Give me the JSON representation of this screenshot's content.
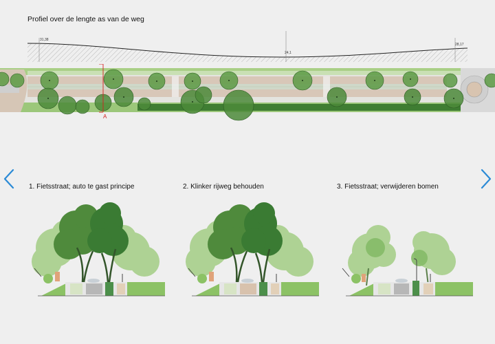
{
  "page": {
    "title": "Profiel over de lengte as van de weg"
  },
  "profile": {
    "elevation_left": "31,38",
    "elevation_mid": "24,1",
    "elevation_right": "28,17"
  },
  "plan": {
    "section_marker": "A"
  },
  "navigation": {
    "prev_icon": "chevron-left-icon",
    "next_icon": "chevron-right-icon",
    "arrow_color": "#2a8ad6"
  },
  "variants": [
    {
      "label": "1. Fietsstraat; auto te gast principe"
    },
    {
      "label": "2. Klinker rijweg behouden"
    },
    {
      "label": "3. Fietsstraat; verwijderen bomen"
    }
  ],
  "colors": {
    "accent_red": "#d42020",
    "tree_dark": "#3f7d32",
    "tree_light": "#9cc77a",
    "grass": "#8cc265"
  }
}
